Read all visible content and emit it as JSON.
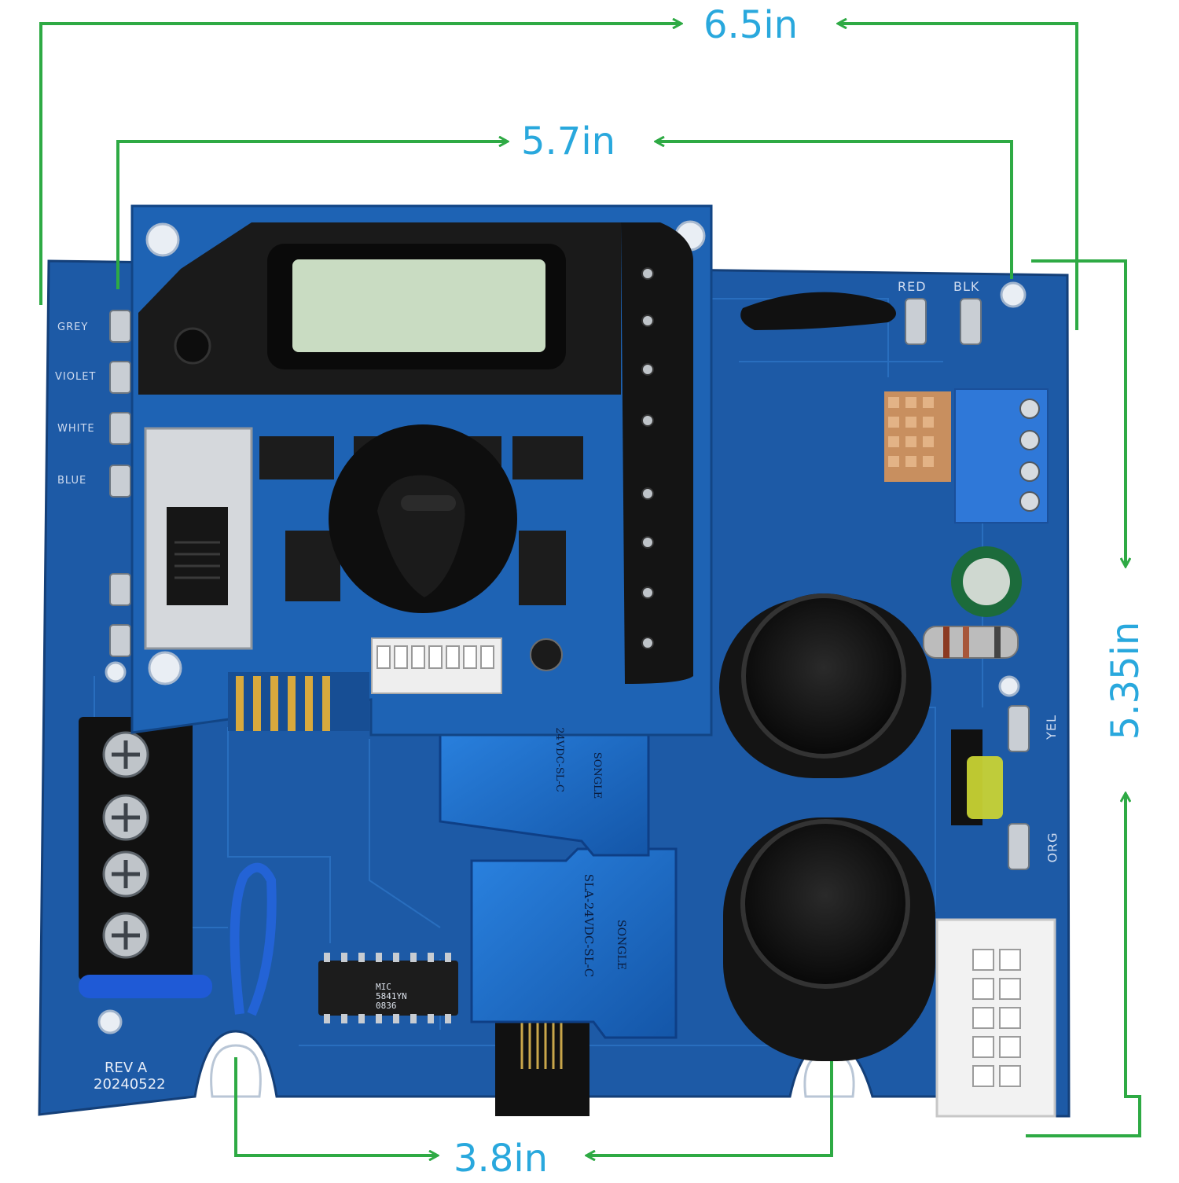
{
  "dimensions": {
    "overall_width": "6.5in",
    "inner_width": "5.7in",
    "height": "5.35in",
    "mounting_hole_spacing": "3.8in"
  },
  "board": {
    "revision": "REV A",
    "date_code": "20240522",
    "wire_labels": {
      "left": [
        "GREY",
        "VIOLET",
        "WHITE",
        "BLUE"
      ],
      "top_right": [
        "RED",
        "BLK"
      ],
      "right": [
        "YEL",
        "ORG"
      ]
    },
    "relay_k2": {
      "model": "SLA-24VDC-SL-C",
      "brand": "SONGLE"
    },
    "relay_k1": {
      "model": "24VDC-SL-C",
      "brand": "SONGLE"
    },
    "ic_marking": [
      "MIC",
      "5841YN",
      "0836"
    ]
  },
  "colors": {
    "dimension_line": "#2eaa44",
    "dimension_text": "#29a8dd",
    "pcb": "#1d5aa6",
    "pcb_dark": "#13407c",
    "daughter_board": "#1e63b4",
    "relay": "#1b6fd0",
    "lcd": "#c9dcc2"
  }
}
